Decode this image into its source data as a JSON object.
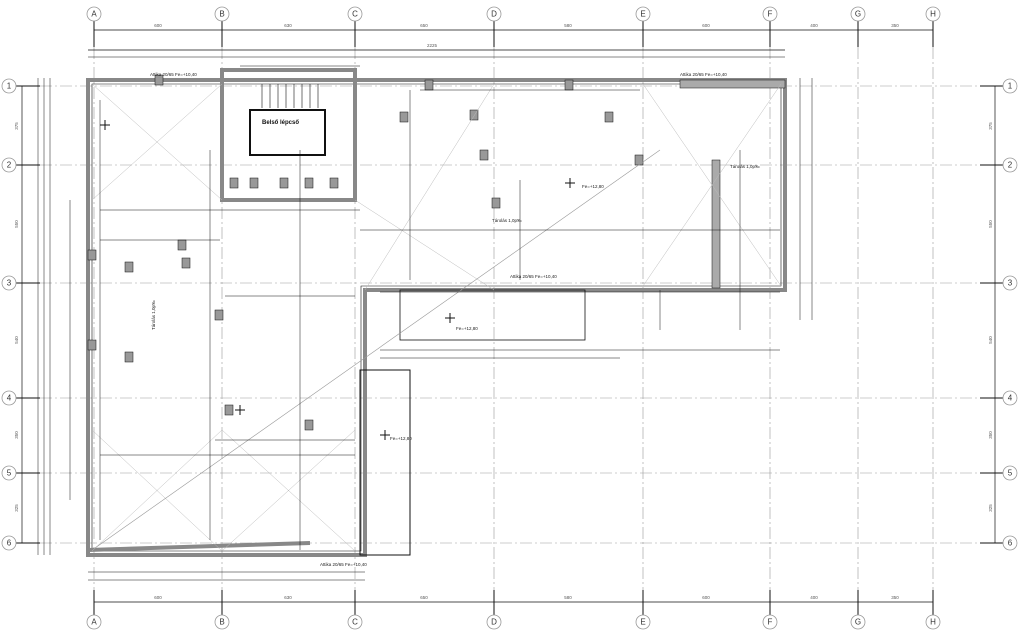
{
  "columns": [
    "A",
    "B",
    "C",
    "D",
    "E",
    "F",
    "G",
    "H"
  ],
  "rows": [
    "1",
    "2",
    "3",
    "4",
    "5",
    "6"
  ],
  "top_dimensions": [
    "600",
    "630",
    "650",
    "580",
    "600",
    "400",
    "350"
  ],
  "bottom_dimensions": [
    "600",
    "630",
    "650",
    "580",
    "600",
    "400",
    "350"
  ],
  "left_dimensions": [
    "375",
    "550",
    "540",
    "350",
    "325"
  ],
  "right_dimensions": [
    "375",
    "550",
    "540",
    "350",
    "325"
  ],
  "overall_dimension": "2225",
  "annotations": {
    "parapet_1": "Attika 20/65 Fe=+10,40",
    "parapet_2": "Attika 20/65 Fe=+10,40",
    "parapet_3": "Attika 20/65 Fe=+10,40",
    "parapet_4": "Attika 20/65 Fe=+10,40",
    "slope_1": "Tárolás 1,0p‰",
    "slope_2": "Tárolás 1,0p‰",
    "slope_3": "Tárolás 1,0p‰",
    "stair": "Belső lépcső",
    "level_1": "Fe=+12,80",
    "level_2": "Fe=+12,80",
    "level_3": "Fe=+12,80"
  },
  "colors": {
    "grid": "#999999",
    "wall": "#888888",
    "line": "#111111"
  }
}
